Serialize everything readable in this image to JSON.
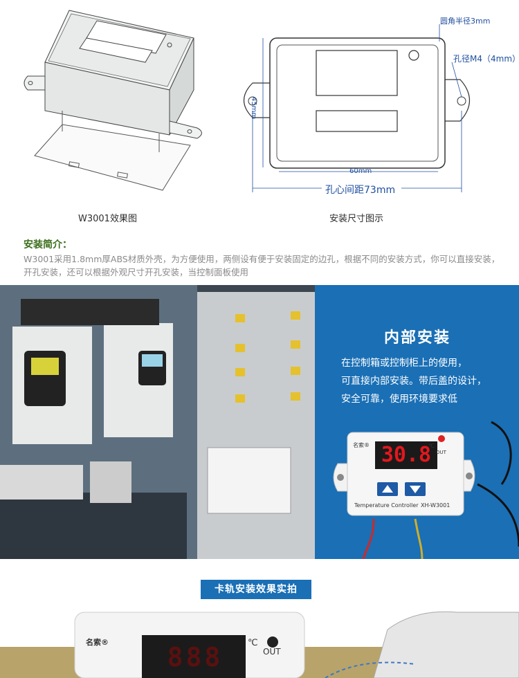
{
  "diagram_left": {
    "caption": "W3001效果图"
  },
  "diagram_right": {
    "caption": "安装尺寸图示",
    "corner_radius": "圆角半径3mm",
    "hole_size": "孔径M4（4mm）",
    "height_dim": "45mm",
    "width_dim": "60mm",
    "hole_spacing": "孔心间距73mm"
  },
  "intro": {
    "title": "安装简介：",
    "body": "W3001采用1.8mm厚ABS材质外壳，为方便使用，两侧设有便于安装固定的边孔，根据不同的安装方式，你可以直接安装，开孔安装，还可以根据外观尺寸开孔安装，当控制面板使用"
  },
  "internal": {
    "title": "内部安装",
    "line1": "在控制箱或控制柜上的使用，",
    "line2": "可直接内部安装。带后盖的设计，",
    "line3": "安全可靠，使用环境要求低"
  },
  "controller": {
    "brand": "名索®",
    "display": "30.8",
    "unit": "℃",
    "out": "OUT",
    "label": "Temperature Controller",
    "model": "XH-W3001"
  },
  "rail": {
    "button": "卡轨安装效果实拍",
    "brand": "名索®",
    "display": "888",
    "unit": "℃",
    "out": "OUT"
  },
  "colors": {
    "accent_blue": "#1a6fb5",
    "intro_green": "#3a6d1a",
    "display_red": "#e3181d"
  }
}
